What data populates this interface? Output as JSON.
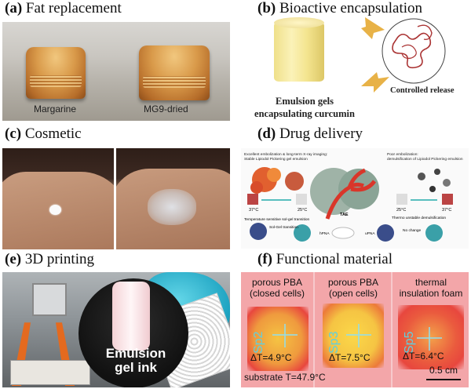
{
  "panels": {
    "a": {
      "label": "(a)",
      "title": "Fat replacement",
      "left_caption": "Margarine",
      "right_caption": "MG9-dried"
    },
    "b": {
      "label": "(b)",
      "title": "Bioactive encapsulation",
      "caption_line1": "Emulsion gels",
      "caption_line2": "encapsulating curcumin",
      "release_label": "Controlled release"
    },
    "c": {
      "label": "(c)",
      "title": "Cosmetic"
    },
    "d": {
      "label": "(d)",
      "title": "Drug delivery",
      "text_top_left_1": "Excellent embolization & long-term X-ray imaging:",
      "text_top_left_2": "Stable Lipiodol Pickering gel emulsion",
      "text_top_right_1": "Poor embolization:",
      "text_top_right_2": "demulsification of  Lipiodol Pickering emulsion",
      "temp_1": "37°C",
      "temp_2": "25°C",
      "temp_3": "25°C",
      "temp_4": "37°C",
      "tae": "TAE",
      "text_sol_gel": "Temperature sensitive sol-gel transition",
      "text_sol_gel_2": "Sol-Gel transition",
      "text_thermo": "Thermo unstable demulsification",
      "hpna": "hPNA",
      "upna": "uPNA",
      "no_change": "No change"
    },
    "e": {
      "label": "(e)",
      "title": "3D printing",
      "vial_line1": "Emulsion",
      "vial_line2": "gel ink"
    },
    "f": {
      "label": "(f)",
      "title": "Functional material",
      "col1_line1": "porous PBA",
      "col1_line2": "(closed cells)",
      "col2_line1": "porous PBA",
      "col2_line2": "(open cells)",
      "col3_line1": "thermal",
      "col3_line2": "insulation foam",
      "sp1": "Sp2",
      "sp2": "Sp3",
      "sp3": "Sp5",
      "dt1": "ΔT=4.9°C",
      "dt2": "ΔT=7.5°C",
      "dt3": "ΔT=6.4°C",
      "substrate": "substrate T=47.9°C",
      "scale": "0.5 cm"
    }
  },
  "colors": {
    "arrow": "#e8b247",
    "heat_red": "#e8473e",
    "heat_yellow": "#f5c443",
    "thermal_pink": "#f3a6a9",
    "spot_cyan": "#5fd0e0"
  }
}
